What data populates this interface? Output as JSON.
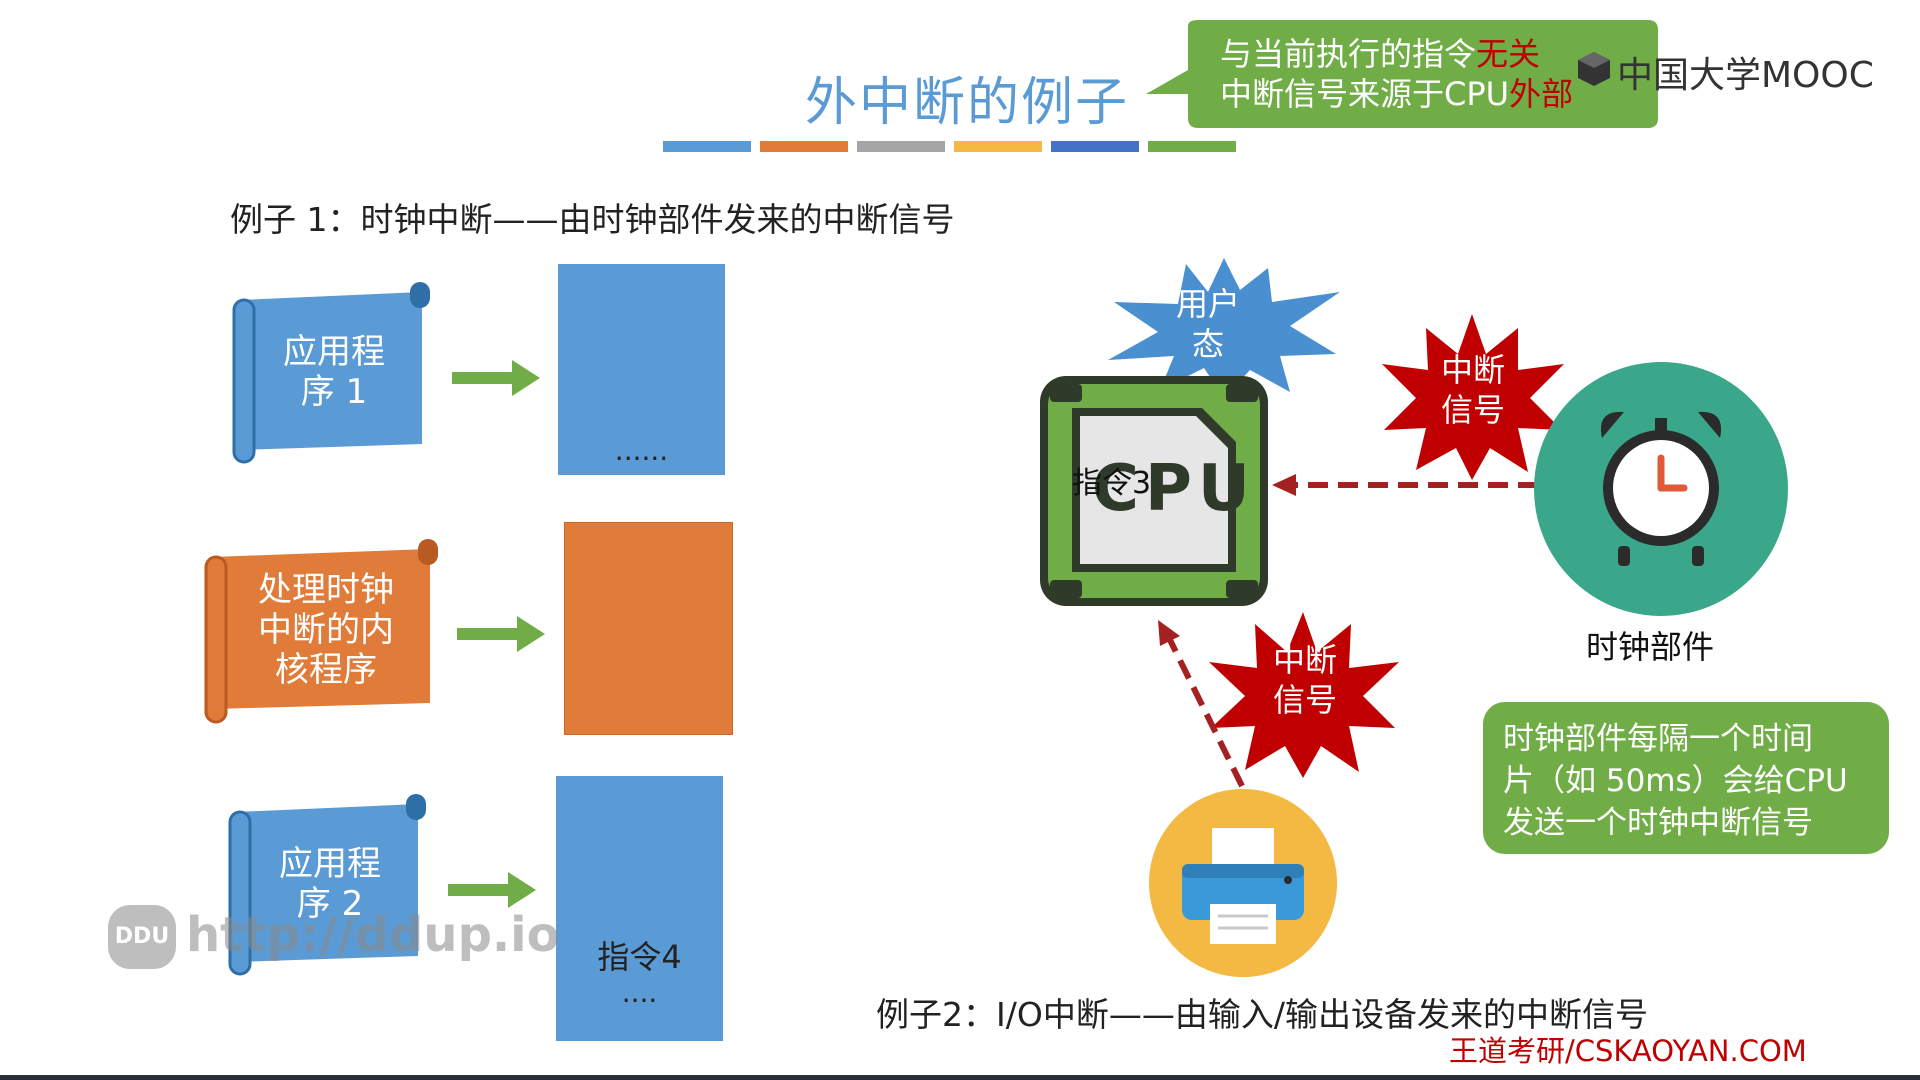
{
  "slide": {
    "title": "外中断的例子",
    "brand": "中国大学MOOC",
    "footer": "王道考研/CSKAOYAN.COM",
    "watermark_badge": "DDU",
    "watermark_url": "http://ddup.io"
  },
  "title_callout": {
    "line1_prefix": "与当前执行的指令",
    "line1_highlight": "无关",
    "line2_prefix": "中断信号来源于CPU",
    "line2_highlight": "外部"
  },
  "example1": {
    "caption": "例子 1：时钟中断——由时钟部件发来的中断信号",
    "programs": [
      {
        "line1": "应用程",
        "line2": "序 1",
        "block_text": "......",
        "color": "#5b9bd5"
      },
      {
        "line1": "处理时钟",
        "line2": "中断的内",
        "line3": "核程序",
        "block_text": "",
        "color": "#e07b39"
      },
      {
        "line1": "应用程",
        "line2": "序 2",
        "block_text": "指令4",
        "block_text2": "....",
        "color": "#5b9bd5"
      }
    ]
  },
  "cpu": {
    "chip_label": "CPU",
    "instruction_label": "指令3",
    "state_burst": {
      "line1": "用户",
      "line2": "态"
    }
  },
  "clock": {
    "label": "时钟部件",
    "signal_burst": {
      "line1": "中断",
      "line2": "信号"
    },
    "note_line1": "时钟部件每隔一个时间",
    "note_line2": "片（如 50ms）会给CPU",
    "note_line3": "发送一个时钟中断信号"
  },
  "printer": {
    "signal_burst": {
      "line1": "中断",
      "line2": "信号"
    }
  },
  "example2": {
    "caption": "例子2：I/O中断——由输入/输出设备发来的中断信号"
  },
  "colors": {
    "title": "#5b9bd5",
    "green": "#70ad47",
    "blue": "#5b9bd5",
    "orange": "#e07b39",
    "red": "#c00000",
    "teal": "#3aa68a",
    "yellow": "#f4b942",
    "title_bar": [
      "#5b9bd5",
      "#e07b39",
      "#a5a5a5",
      "#f4b942",
      "#4472c4",
      "#70ad47"
    ]
  },
  "icons": [
    "scroll-icon",
    "arrow-right-icon",
    "cpu-chip-icon",
    "alarm-clock-icon",
    "printer-icon",
    "explosion-burst-icon",
    "speech-callout-icon"
  ]
}
